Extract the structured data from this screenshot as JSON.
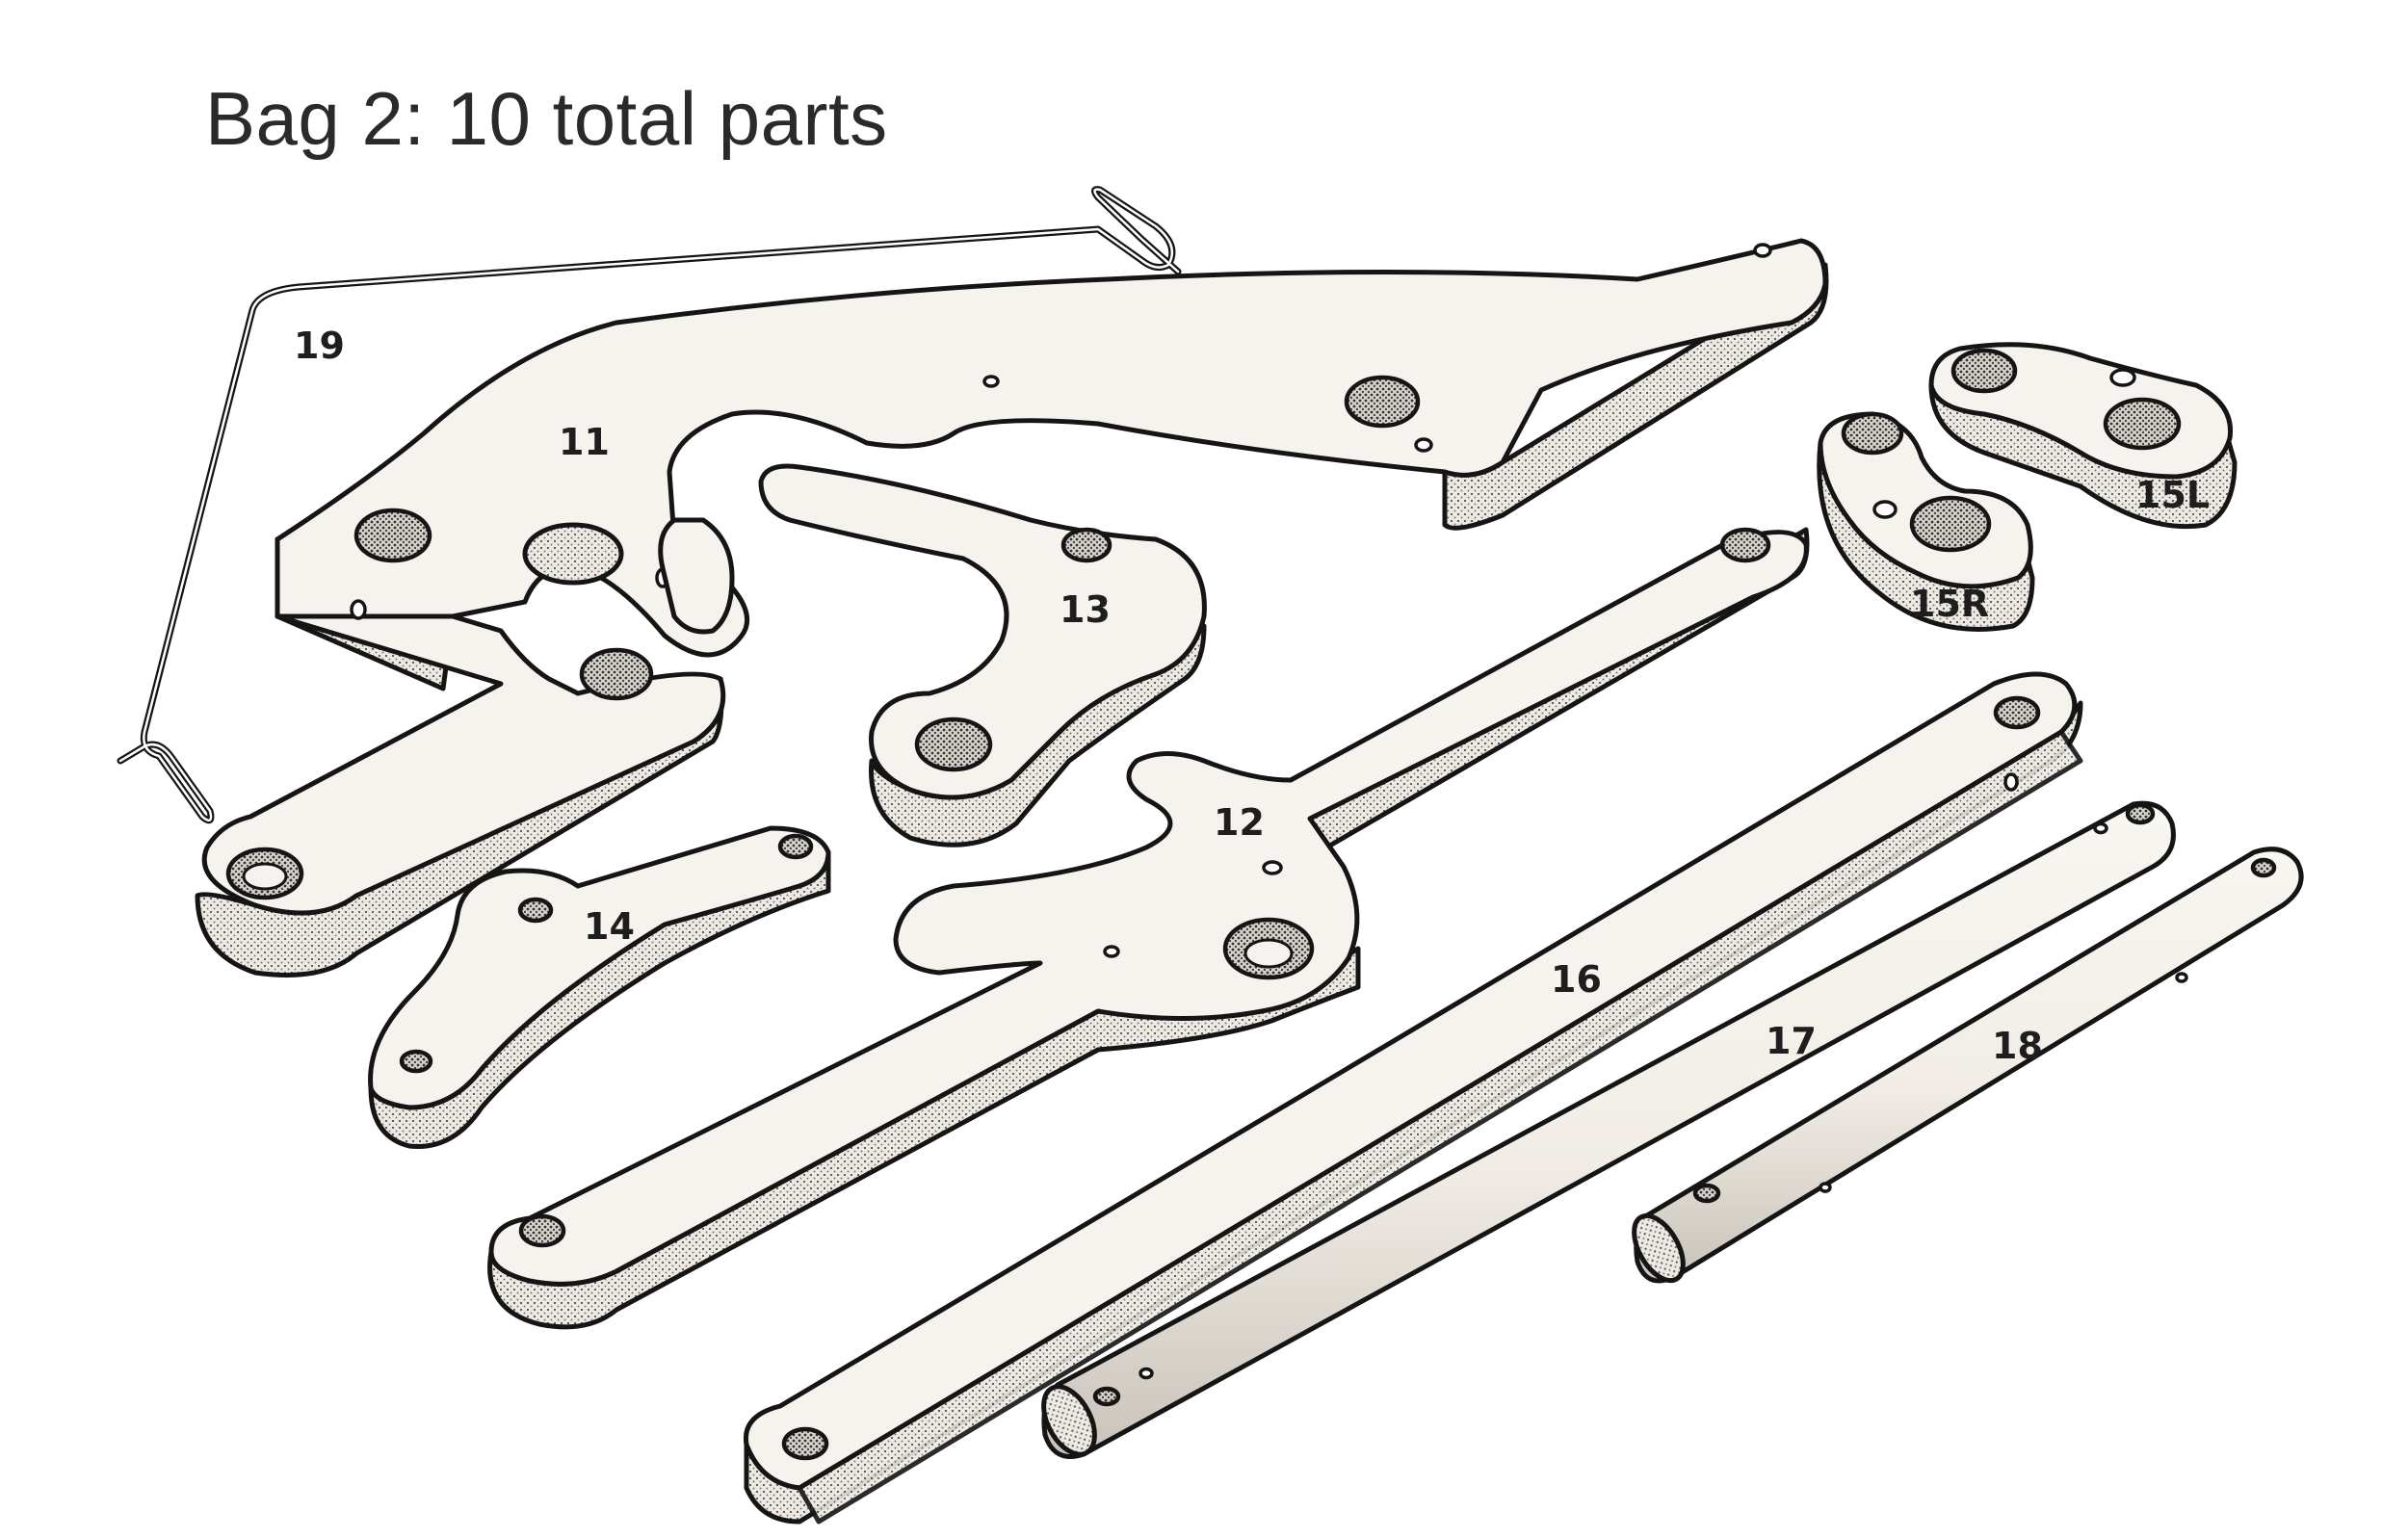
{
  "title": "Bag 2: 10 total parts",
  "parts": [
    {
      "id": "19",
      "label": "19"
    },
    {
      "id": "11",
      "label": "11"
    },
    {
      "id": "13",
      "label": "13"
    },
    {
      "id": "12",
      "label": "12"
    },
    {
      "id": "14",
      "label": "14"
    },
    {
      "id": "15R",
      "label": "15R"
    },
    {
      "id": "15L",
      "label": "15L"
    },
    {
      "id": "16",
      "label": "16"
    },
    {
      "id": "17",
      "label": "17"
    },
    {
      "id": "18",
      "label": "18"
    }
  ]
}
